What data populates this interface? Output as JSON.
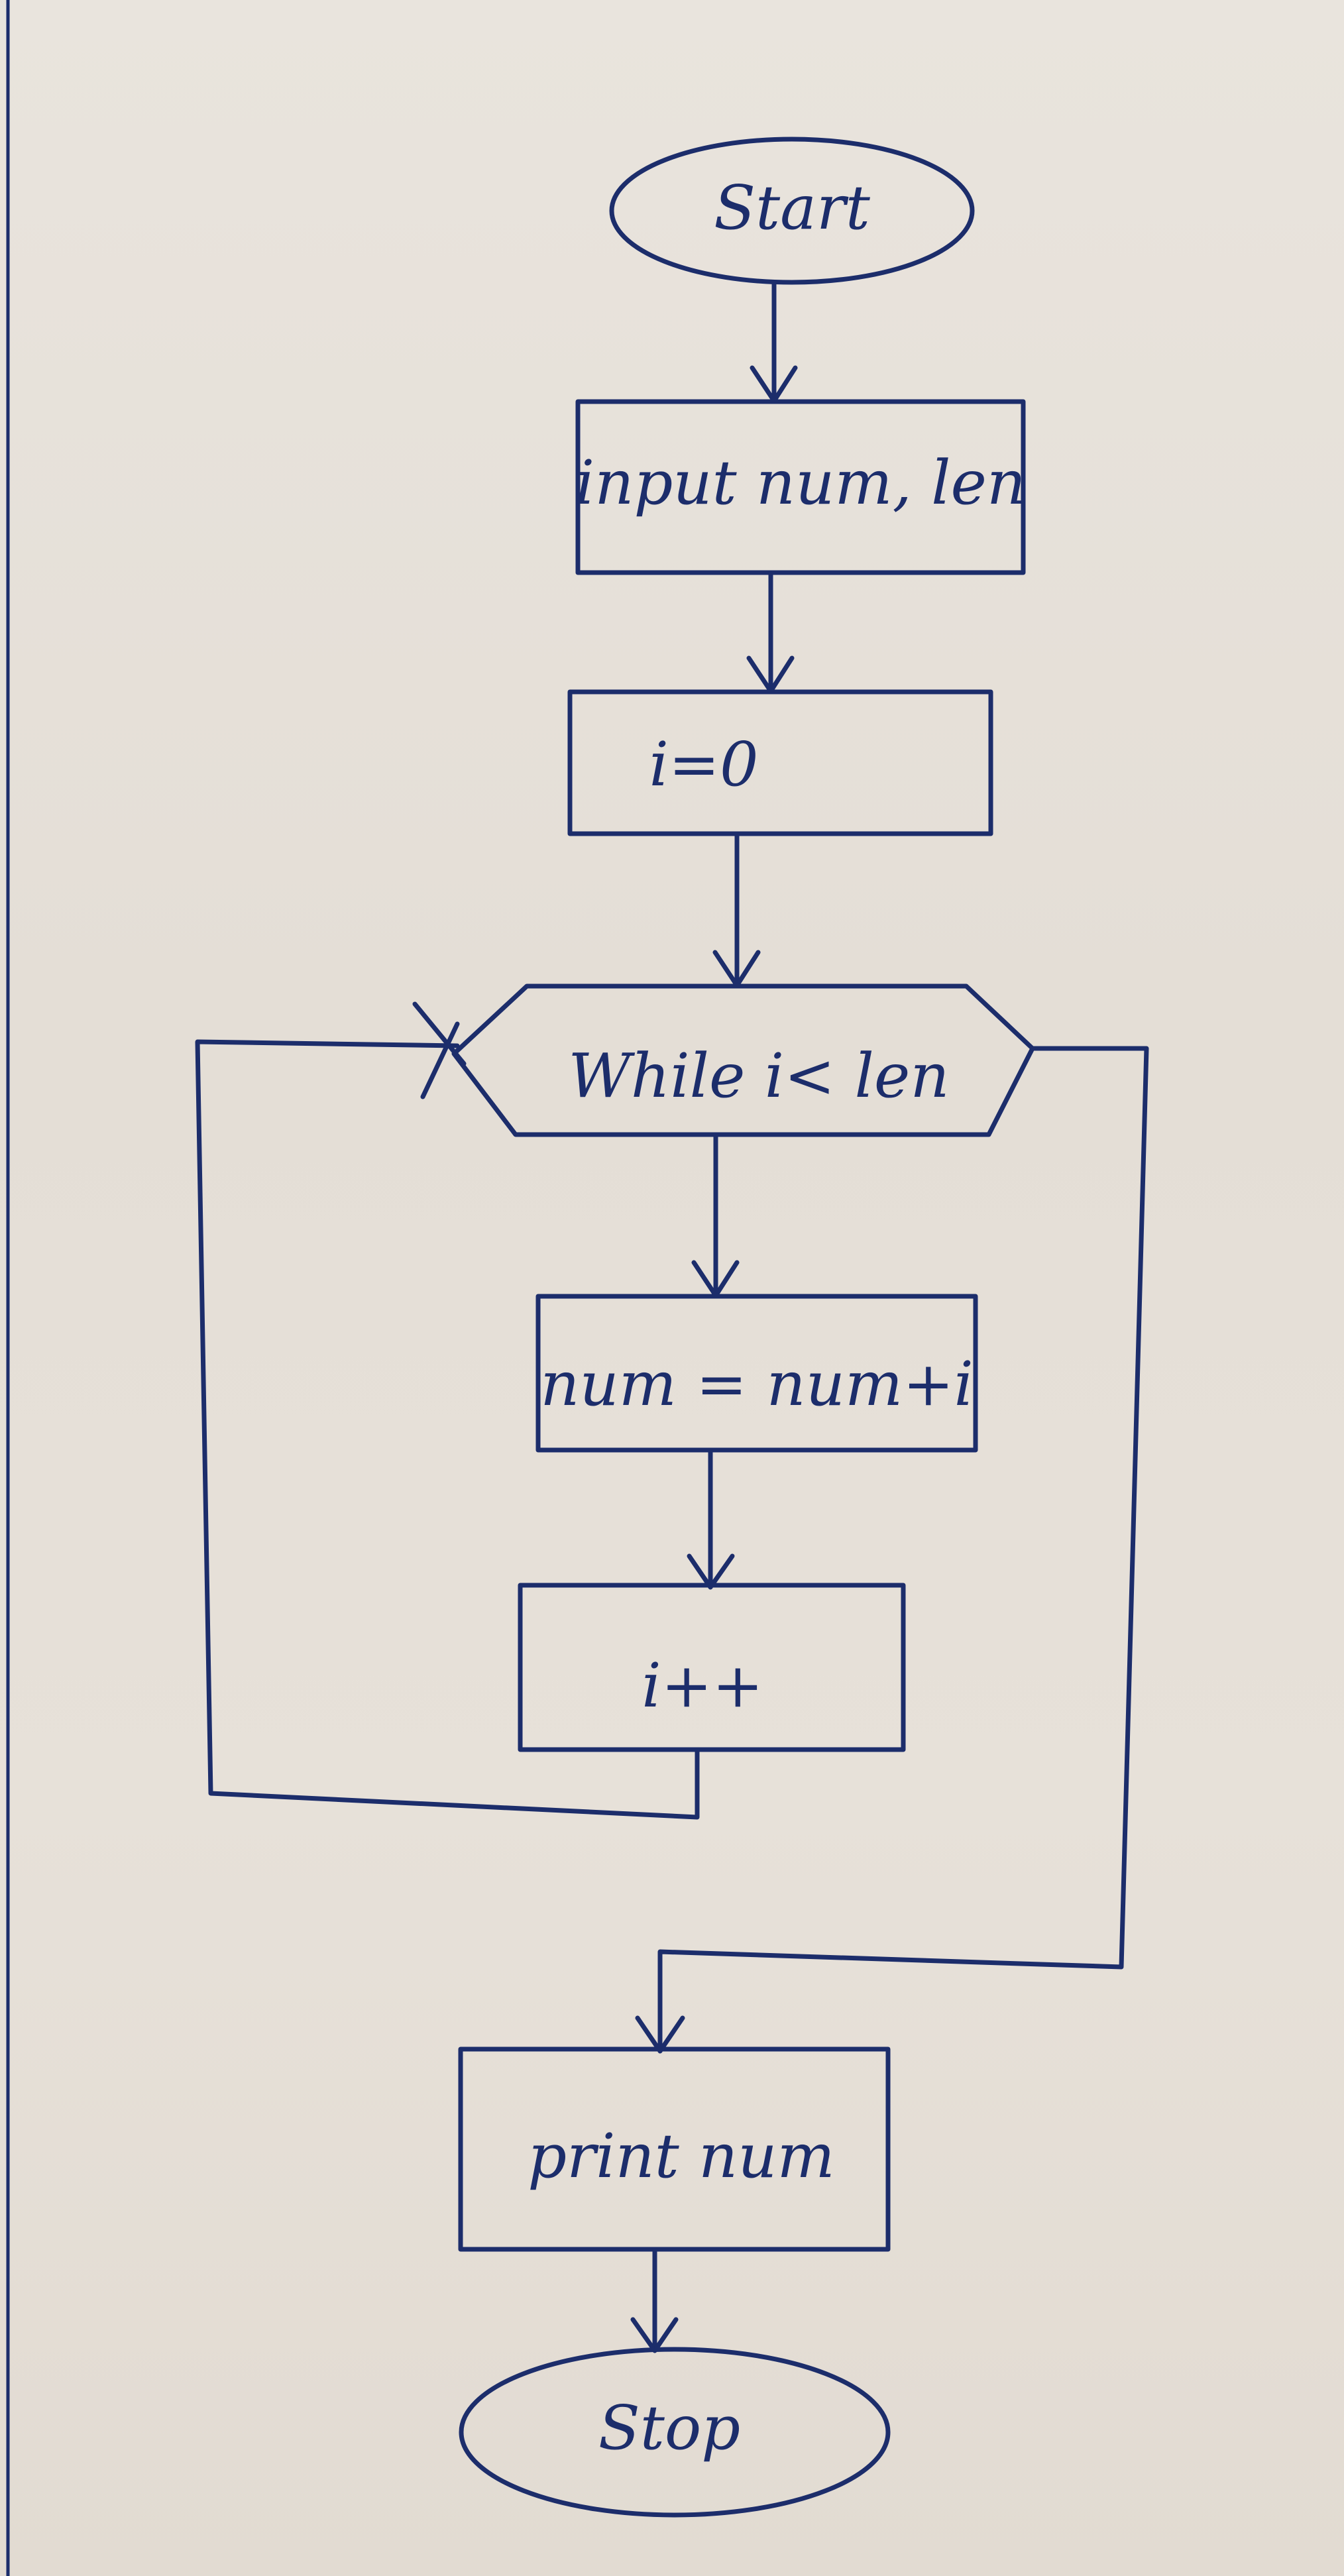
{
  "diagram": {
    "type": "flowchart",
    "ink_color": "#1c2d6b",
    "paper_color": "#e6e0d8",
    "nodes": {
      "start": "Start",
      "input": "input num, len",
      "init": "i=0",
      "loop": "While i< len",
      "update": "num = num+i",
      "increment": "i++",
      "print": "print num",
      "stop": "Stop"
    }
  }
}
